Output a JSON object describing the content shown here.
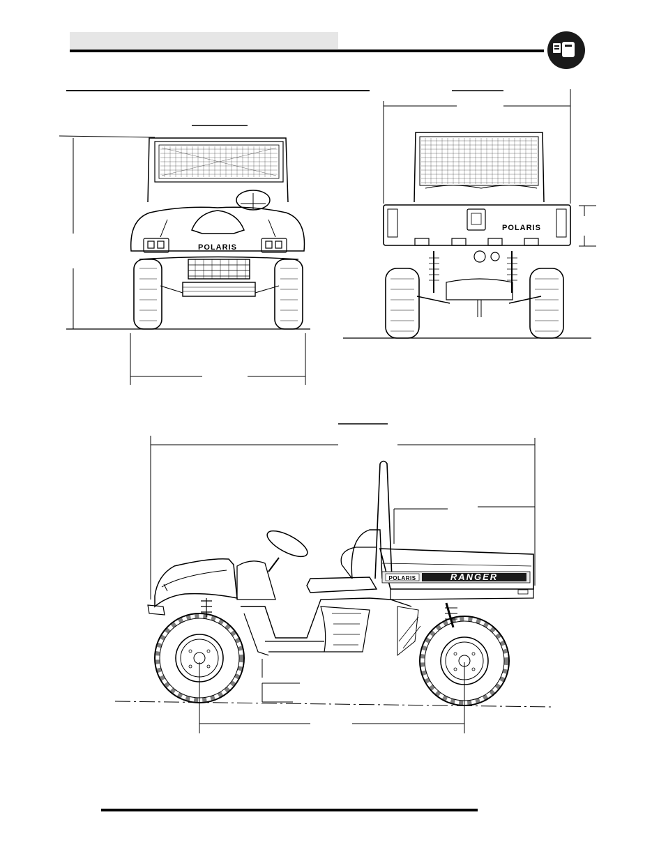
{
  "labels": {
    "brand_front": "POLARIS",
    "brand_rear": "POLARIS",
    "brand_side": "POLARIS",
    "model_side": "RANGER"
  },
  "colors": {
    "ink": "#000000",
    "header_bar": "#e6e6e6",
    "tab_icon": "#1a1a1a"
  },
  "icons": {
    "section_tab": "manual-section-tab-icon"
  }
}
